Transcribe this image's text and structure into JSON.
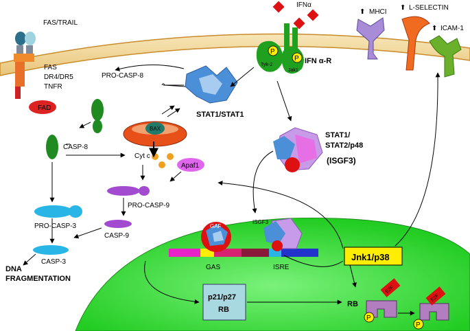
{
  "colors": {
    "membrane_fill": "#f3d99a",
    "membrane_line": "#c98a2a",
    "nucleus": "#33dd33",
    "caspase_green": "#1f8a1f",
    "caspase_purple": "#a24ad0",
    "caspase_cyan": "#29b6e6",
    "fad_red": "#dd2222",
    "stat_blue": "#4a8fd8",
    "ifn_red": "#dd1111",
    "yellow": "#ffee00",
    "mito_orange": "#e8501a",
    "p21_box": "#a8d8e0"
  },
  "membrane": {
    "fas_trail": "FAS/TRAIL",
    "fas": "FAS",
    "dr": "DR4/DR5",
    "tnfr": "TNFR",
    "fad": "FAD",
    "ifn_alpha": "IFNα",
    "ifn_receptor": "IFN α-R",
    "tyk2": "Tyk-2",
    "jak1": "Jak1",
    "p": "P",
    "mhci": "MHCI",
    "l_selectin": "L-SELECTIN",
    "icam1": "ICAM-1"
  },
  "cytoplasm": {
    "pro_casp8": "PRO-CASP-8",
    "stat1_stat1": "STAT1/STAT1",
    "stat_complex_line1": "STAT1/",
    "stat_complex_line2": "STAT2/p48",
    "isgf3": "(ISGF3)",
    "casp8": "CASP-8",
    "bax": "BAX",
    "cytc": "Cyt c",
    "apaf1": "Apaf1",
    "pro_casp9": "PRO-CASP-9",
    "casp9": "CASP-9",
    "pro_casp3": "PRO-CASP-3",
    "casp3": "CASP-3",
    "dna1": "DNA",
    "dna2": "FRAGMENTATION"
  },
  "nucleus": {
    "gaf": "GAF",
    "isgf3_small": "ISGF3",
    "gas": "GAS",
    "isre": "ISRE",
    "jnk": "Jnk1/p38",
    "p21": "p21/p27",
    "rb_box": "RB",
    "rb": "RB",
    "e2f_1": "E2F",
    "e2f_2": "E2F",
    "p": "P"
  }
}
